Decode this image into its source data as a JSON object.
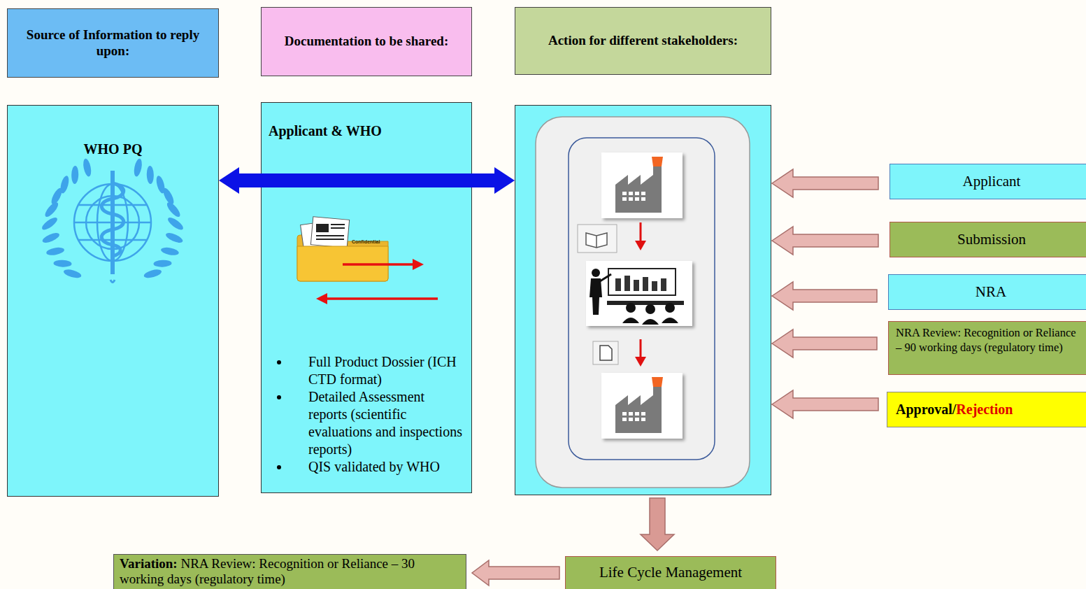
{
  "diagram": {
    "nodes": [
      {
        "text": [
          "Source of Information to reply upon:"
        ]
      },
      {
        "text": [
          "Documentation to be shared:"
        ]
      },
      {
        "text": [
          "Action for different stakeholders:"
        ]
      },
      {
        "text": [
          "WHO PQ"
        ]
      },
      {
        "text": [
          "Applicant & WHO",
          "Full Product Dossier (ICH CTD format)",
          "Detailed Assessment reports (scientific evaluations and inspections reports)",
          "QIS validated by WHO"
        ]
      },
      {
        "text": [
          "Applicant"
        ]
      },
      {
        "text": [
          "Submission"
        ]
      },
      {
        "text": [
          "NRA"
        ]
      },
      {
        "text": [
          "NRA Review: Recognition or Reliance – 90 working days (regulatory time)"
        ]
      },
      {
        "text": [
          "Approval/",
          "Rejection"
        ]
      },
      {
        "text": [
          "Variation:",
          "NRA Review: Recognition or Reliance – 30 working days (regulatory time)"
        ]
      },
      {
        "text": [
          "Life Cycle Management"
        ]
      }
    ],
    "edges": [
      {
        "from": 11,
        "to": 10,
        "arrow": "to"
      }
    ],
    "labels": [
      "Confidential"
    ]
  }
}
